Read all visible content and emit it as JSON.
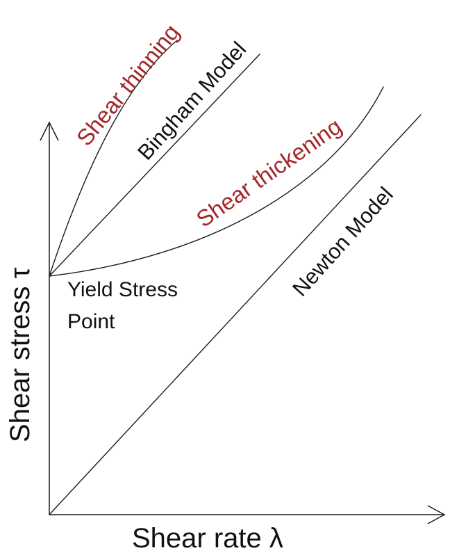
{
  "axes": {
    "x_label": "Shear rate λ",
    "y_label": "Shear stress τ"
  },
  "annotations": {
    "yield_line1": "Yield Stress",
    "yield_line2": "Point"
  },
  "curves": {
    "shear_thinning": "Shear thinning",
    "bingham": "Bingham Model",
    "shear_thickening": "Shear thickening",
    "newton": "Newton Model"
  },
  "colors": {
    "line": "#1a1a1a",
    "text": "#111111",
    "highlight": "#a3262a"
  }
}
